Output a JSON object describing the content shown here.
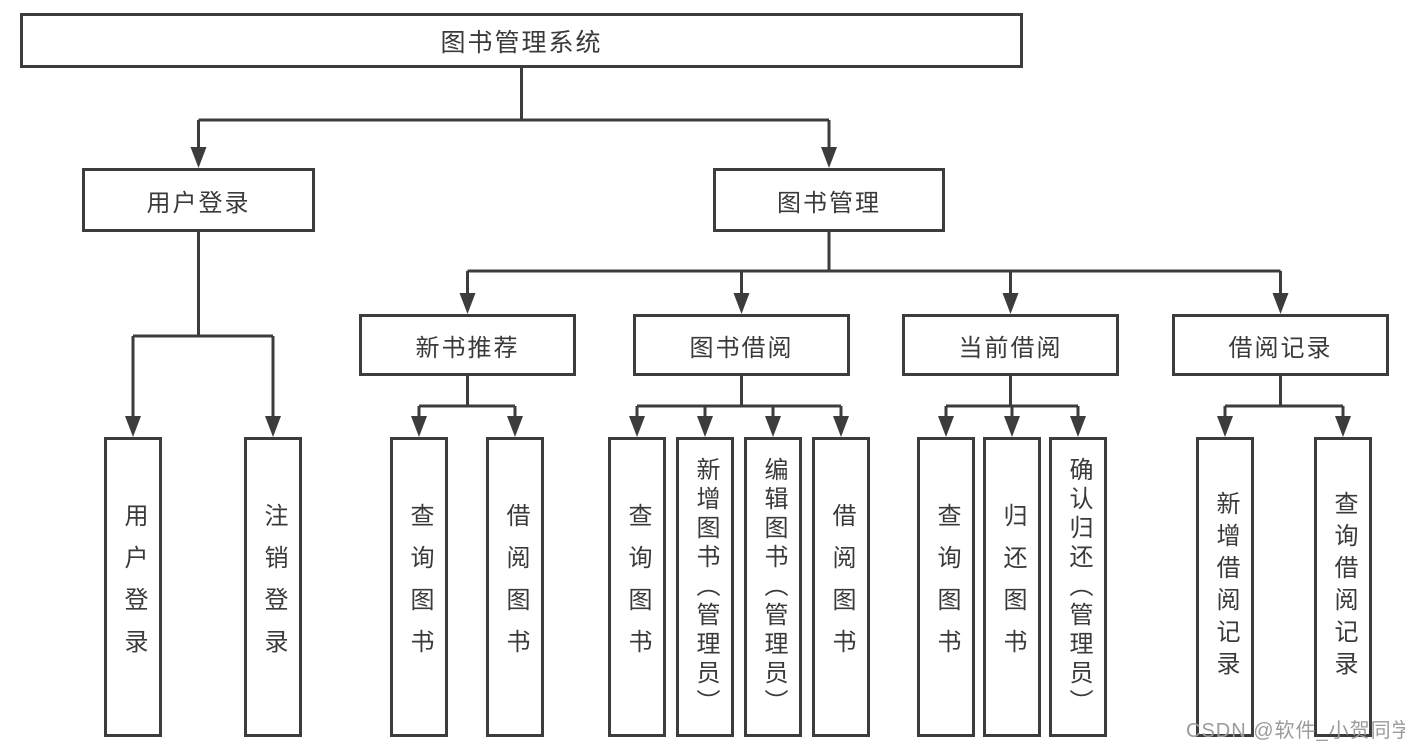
{
  "tree": {
    "root": {
      "label": "图书管理系统",
      "children": [
        {
          "label": "用户登录",
          "children": [
            {
              "label": "用户登录"
            },
            {
              "label": "注销登录"
            }
          ]
        },
        {
          "label": "图书管理",
          "children": [
            {
              "label": "新书推荐",
              "children": [
                {
                  "label": "查询图书"
                },
                {
                  "label": "借阅图书"
                }
              ]
            },
            {
              "label": "图书借阅",
              "children": [
                {
                  "label": "查询图书"
                },
                {
                  "label": "新增图书（管理员）"
                },
                {
                  "label": "编辑图书（管理员）"
                },
                {
                  "label": "借阅图书"
                }
              ]
            },
            {
              "label": "当前借阅",
              "children": [
                {
                  "label": "查询图书"
                },
                {
                  "label": "归还图书"
                },
                {
                  "label": "确认归还（管理员）"
                }
              ]
            },
            {
              "label": "借阅记录",
              "children": [
                {
                  "label": "新增借阅记录"
                },
                {
                  "label": "查询借阅记录"
                }
              ]
            }
          ]
        }
      ]
    }
  },
  "watermark": {
    "text": "CSDN @软件_小贺同学"
  },
  "colors": {
    "line": "#3c3c3c",
    "text": "#3a3a3a",
    "background": "#ffffff",
    "watermark": "#9b9b9b"
  }
}
